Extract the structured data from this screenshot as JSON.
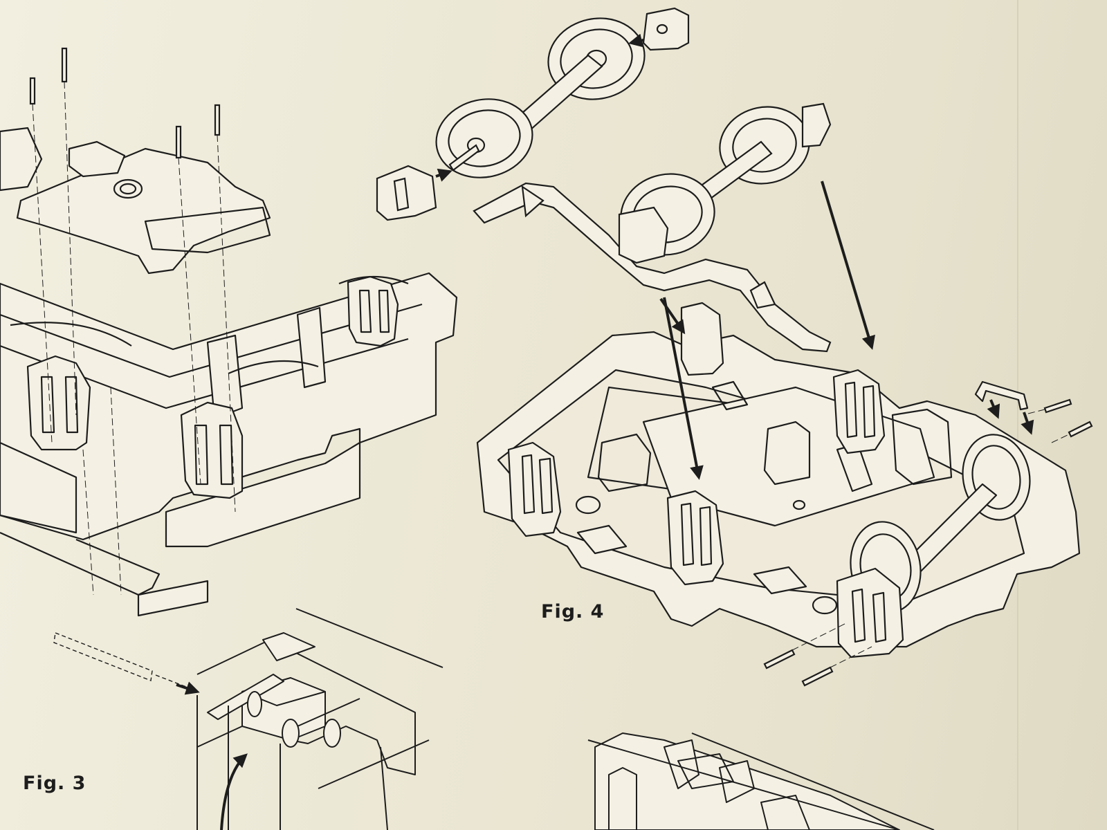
{
  "document": {
    "figures": [
      {
        "id": "fig3",
        "label": "Fig. 3"
      },
      {
        "id": "fig4",
        "label": "Fig. 4"
      }
    ]
  },
  "colors": {
    "paper": "#ece8d6",
    "ink": "#1d1d1d",
    "part_fill": "#f4f1e4"
  }
}
